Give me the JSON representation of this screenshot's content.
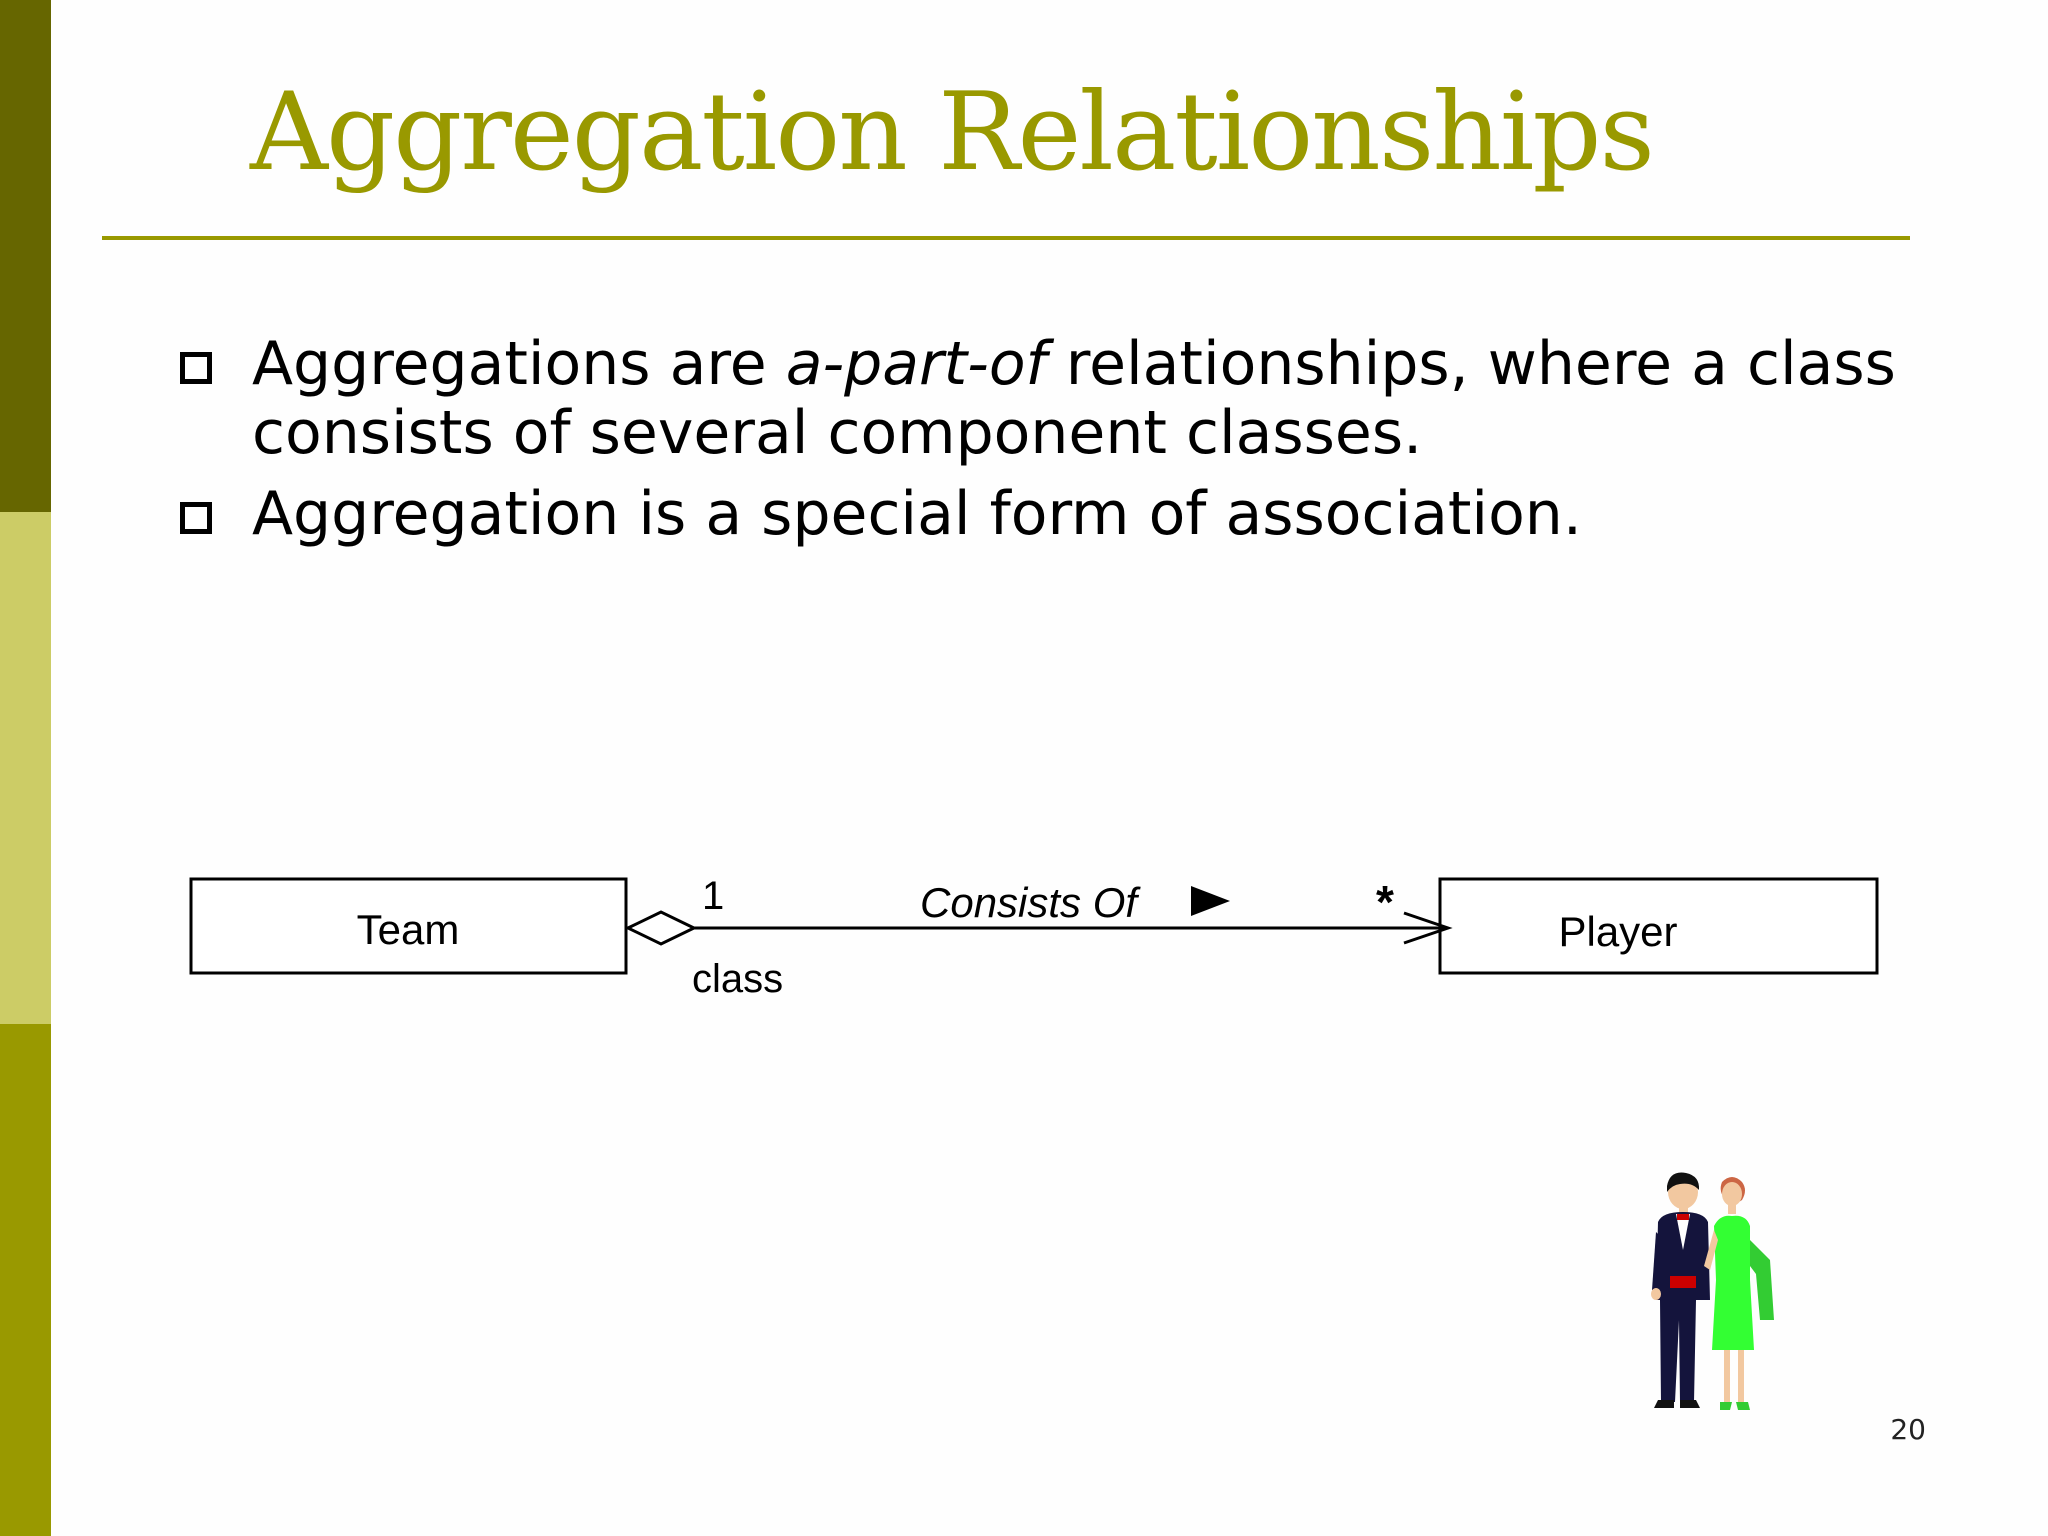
{
  "slide": {
    "title": "Aggregation Relationships",
    "page_number": "20"
  },
  "bullets": [
    {
      "before": "Aggregations are ",
      "emphasis": "a-part-of",
      "after": " relationships, where a class consists of several component classes."
    },
    {
      "text": "Aggregation is a special form of association."
    }
  ],
  "diagram": {
    "left_class": "Team",
    "right_class": "Player",
    "association_name": "Consists Of",
    "left_multiplicity": "1",
    "right_multiplicity": "*",
    "role_label": "class"
  },
  "illustration": {
    "icon": "couple-clipart-icon",
    "colors": {
      "tuxedo": "#14143c",
      "dress": "#33ff33",
      "hair": "#cc6644",
      "bowtie": "#cc0000"
    }
  },
  "colors": {
    "title": "#999900",
    "sidebar_dark": "#666600",
    "sidebar_light": "#cccc66",
    "sidebar_mid": "#999900"
  }
}
